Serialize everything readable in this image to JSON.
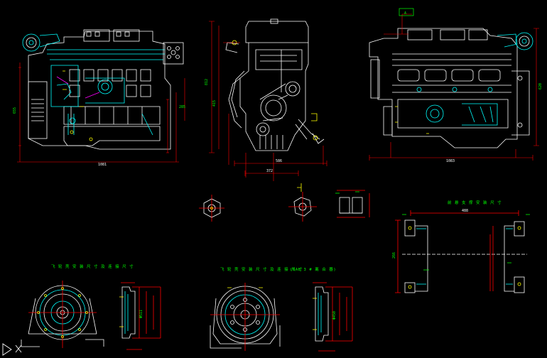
{
  "colors": {
    "background": "#000000",
    "outline": "#ffffff",
    "detail": "#00ffff",
    "dimension": "#ff0000",
    "text": "#00ff00",
    "accent": "#ffff00",
    "leader": "#ff00ff"
  },
  "dimensions": {
    "left_overall": "1081",
    "left_height": "655",
    "left_side": "285",
    "front_width": "586",
    "front_base": "372",
    "front_height": "812",
    "front_center": "415",
    "right_overall": "1083",
    "right_height": "620",
    "bracket_width": "488",
    "bracket_height": "266",
    "flange_a": "Φ511",
    "flange_b": "Φ450"
  },
  "captions": {
    "bracket_title": "前 悬 支 撑 安 装 尺 寸",
    "flywheel_left": "飞 轮 壳 安 装 尺 寸 及 连 接 尺 寸",
    "flywheel_right": "飞 轮 壳 安 装 尺 寸 及 连 接 尺 寸",
    "sae_note": "(SAE 3 # 离 合 器)",
    "top_marker": "A"
  },
  "icons": {
    "ucs": "ucs-axis-icon"
  }
}
